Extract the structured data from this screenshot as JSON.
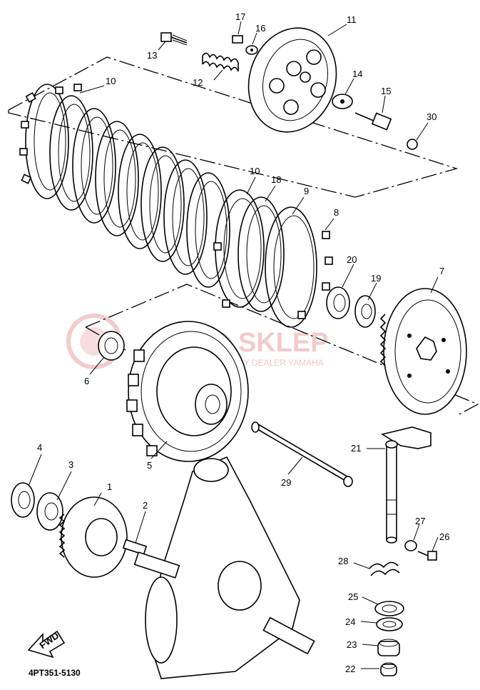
{
  "diagram": {
    "code": "4PT351-5130",
    "fwd_label": "FWD",
    "watermark": {
      "brand": "MOTO SKLEP",
      "sub": "AUTORYZOWANY DEALER YAMAHA",
      "color": "#e8a0a0"
    },
    "callouts": [
      {
        "num": "1"
      },
      {
        "num": "2"
      },
      {
        "num": "3"
      },
      {
        "num": "4"
      },
      {
        "num": "5"
      },
      {
        "num": "6"
      },
      {
        "num": "7"
      },
      {
        "num": "8"
      },
      {
        "num": "9"
      },
      {
        "num": "10"
      },
      {
        "num": "10"
      },
      {
        "num": "11"
      },
      {
        "num": "12"
      },
      {
        "num": "13"
      },
      {
        "num": "14"
      },
      {
        "num": "15"
      },
      {
        "num": "16"
      },
      {
        "num": "17"
      },
      {
        "num": "18"
      },
      {
        "num": "19"
      },
      {
        "num": "20"
      },
      {
        "num": "21"
      },
      {
        "num": "22"
      },
      {
        "num": "23"
      },
      {
        "num": "24"
      },
      {
        "num": "25"
      },
      {
        "num": "26"
      },
      {
        "num": "27"
      },
      {
        "num": "28"
      },
      {
        "num": "29"
      },
      {
        "num": "30"
      }
    ]
  }
}
